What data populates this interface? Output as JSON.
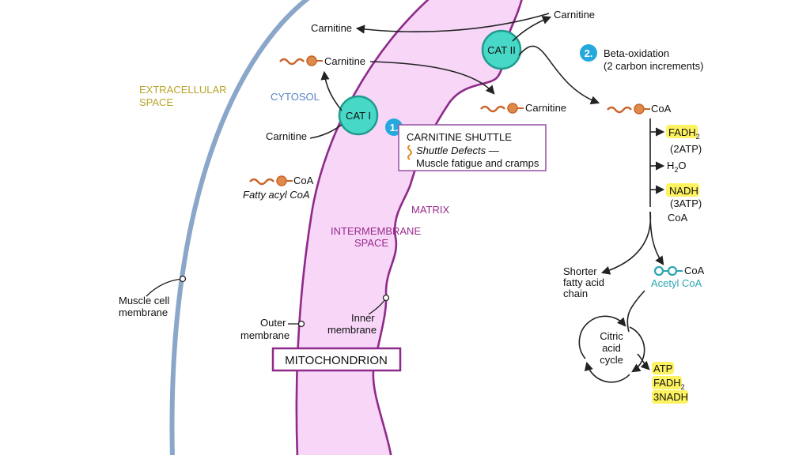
{
  "regions": {
    "extracellular_line1": "EXTRACELLULAR",
    "extracellular_line2": "SPACE",
    "cytosol": "CYTOSOL",
    "matrix": "MATRIX",
    "intermembrane_line1": "INTERMEMBRANE",
    "intermembrane_line2": "SPACE"
  },
  "membranes": {
    "muscle_cell_line1": "Muscle cell",
    "muscle_cell_line2": "membrane",
    "outer_line1": "Outer",
    "outer_line2": "membrane",
    "inner_line1": "Inner",
    "inner_line2": "membrane",
    "mitochondrion": "MITOCHONDRION"
  },
  "transporters": {
    "cat1": "CAT I",
    "cat2": "CAT II"
  },
  "molecules": {
    "carnitine": "Carnitine",
    "coa": "CoA",
    "fatty_acyl_coa": "Fatty acyl CoA",
    "acetyl_coa": "Acetyl CoA",
    "h2o_h": "H",
    "h2o_sub": "2",
    "h2o_o": "O"
  },
  "shuttle": {
    "number": "1.",
    "title": "CARNITINE SHUTTLE",
    "defects": "Shuttle Defects —",
    "symptoms": "Muscle fatigue and cramps"
  },
  "beta_oxidation": {
    "number": "2.",
    "title": "Beta-oxidation",
    "subtitle": "(2 carbon increments)",
    "fadh": "FADH",
    "fadh_sub": "2",
    "fadh_atp": "(2ATP)",
    "nadh": "NADH",
    "nadh_atp": "(3ATP)",
    "shorter_line1": "Shorter",
    "shorter_line2": "fatty acid",
    "shorter_line3": "chain"
  },
  "citric_cycle": {
    "line1": "Citric",
    "line2": "acid",
    "line3": "cycle",
    "out_atp": "ATP",
    "out_fadh": "FADH",
    "out_fadh_sub": "2",
    "out_nadh": "3NADH"
  },
  "colors": {
    "cell_membrane": "#8aa6c8",
    "mito_fill": "#f7d6f7",
    "mito_stroke": "#8e2a8a",
    "cat_fill": "#48d8c8",
    "cat_stroke": "#1f9c8e",
    "badge": "#25a8dc",
    "chain": "#c8642a",
    "acetyl": "#2aa6b0",
    "highlight": "#fdf25f"
  }
}
